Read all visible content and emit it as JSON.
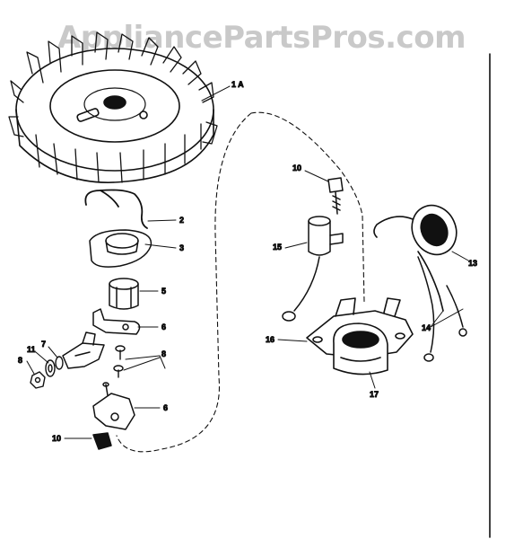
{
  "watermark": "AppliancePartsPros.com",
  "colors": {
    "ink": "#111111",
    "watermark": "#c9c9c9",
    "background": "#ffffff"
  },
  "callouts": {
    "flywheel": "1 A",
    "spring": "2",
    "cam_cover": "3",
    "cam_bushing": "5",
    "breaker_arm": "6",
    "breaker_plate": "8",
    "screws": "8",
    "nut_left": "8",
    "bracket_base": "6",
    "washer_a": "11",
    "washer_b": "7",
    "clip": "10",
    "stator_screw": "10",
    "condenser": "15",
    "armature_plate": "16",
    "coil_core": "17",
    "coil": "13",
    "leads": "14"
  }
}
